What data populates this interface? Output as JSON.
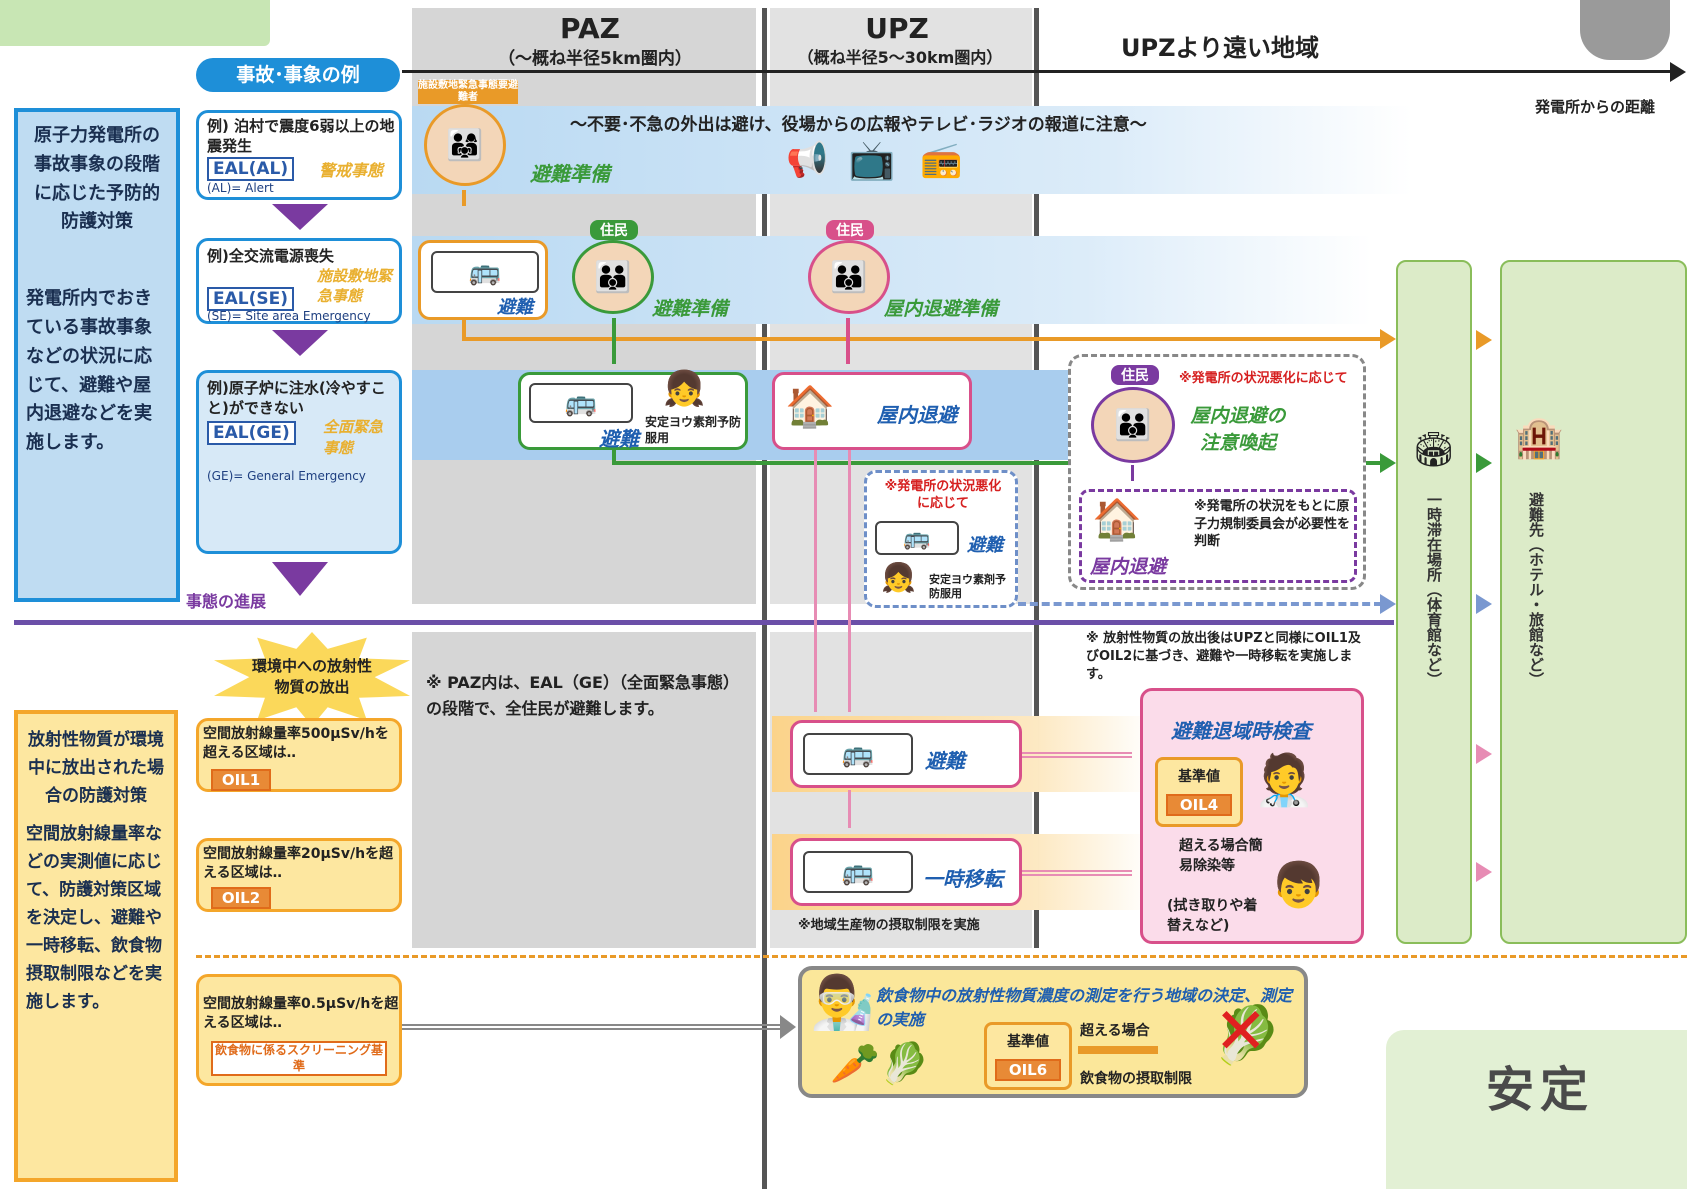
{
  "header": {
    "paz_title": "PAZ",
    "paz_sub": "（～概ね半径5km圏内）",
    "upz_title": "UPZ",
    "upz_sub": "（概ね半径5～30km圏内）",
    "beyond_title": "UPZより遠い地域",
    "distance_label": "発電所からの距離",
    "incident_label": "事故･事象の例"
  },
  "left_panel_top": {
    "title": "原子力発電所の事故事象の段階に応じた予防的防護対策",
    "body": "発電所内でおきている事故事象などの状況に応じて、避難や屋内退避などを実施します。"
  },
  "left_panel_bottom": {
    "title": "放射性物質が環境中に放出された場合の防護対策",
    "body": "空間放射線量率などの実測値に応じて、防護対策区域を決定し、避難や一時移転、飲食物摂取制限などを実施します。"
  },
  "eal_boxes": [
    {
      "example": "例) 泊村で震度6弱以上の地震発生",
      "code": "EAL(AL)",
      "category": "警戒事態",
      "note": "(AL)= Alert"
    },
    {
      "example": "例)全交流電源喪失",
      "code": "EAL(SE)",
      "category": "施設敷地緊急事態",
      "note": "(SE)= Site area Emergency"
    },
    {
      "example": "例)原子炉に注水(冷やすこと)ができない",
      "code": "EAL(GE)",
      "category": "全面緊急事態",
      "note": "(GE)= General Emergency"
    }
  ],
  "progress_label": "事態の進展",
  "row1": {
    "people_label": "施設敷地緊急事態要避難者",
    "message": "～不要･不急の外出は避け、役場からの広報やテレビ･ラジオの報道に注意～",
    "action": "避難準備"
  },
  "row2": {
    "resident_label": "住民",
    "resident_label_upz": "住民",
    "evac": "避難",
    "paz_action": "避難準備",
    "upz_action": "屋内退避準備"
  },
  "row3": {
    "paz_action": "避難",
    "iodine": "安定ヨウ素剤予防服用",
    "upz_action": "屋内退避",
    "beyond_resident": "住民",
    "beyond_note": "※発電所の状況悪化に応じて",
    "beyond_action": "屋内退避の注意喚起",
    "upz_dashed_note": "※発電所の状況悪化に応じて",
    "upz_dashed_action": "避難",
    "upz_dashed_iodine": "安定ヨウ素剤予防服用",
    "beyond_dashed_note": "※発電所の状況をもとに原子力規制委員会が必要性を判断",
    "beyond_dashed_action": "屋内退避"
  },
  "right_columns": {
    "temp_site": "一時滞在場所（体育館など）",
    "destination": "避難先（ホテル・旅館など）",
    "safe_text": "安定"
  },
  "release": {
    "burst": "環境中への放射性物質の放出",
    "paz_note": "※ PAZ内は、EAL（GE）（全面緊急事態）の段階で、全住民が避難します。",
    "after_note": "※ 放射性物質の放出後はUPZと同様にOIL1及びOIL2に基づき、避難や一時移転を実施します。"
  },
  "oil_boxes": [
    {
      "text": "空間放射線量率500μSv/hを超える区域は‥",
      "code": "OIL1"
    },
    {
      "text": "空間放射線量率20μSv/hを超える区域は‥",
      "code": "OIL2"
    },
    {
      "text": "空間放射線量率0.5μSv/hを超える区域は‥",
      "code": "飲食物に係るスクリーニング基準"
    }
  ],
  "upz_release": {
    "evac": "避難",
    "relocate": "一時移転",
    "food_note": "※地域生産物の摂取制限を実施",
    "inspection_title": "避難退域時検査",
    "baseline": "基準値",
    "oil4": "OIL4",
    "exceed": "超える場合簡易除染等",
    "wipe": "(拭き取りや着替えなど)"
  },
  "food": {
    "title": "飲食物中の放射性物質濃度の測定を行う地域の決定、測定の実施",
    "baseline": "基準値",
    "oil6": "OIL6",
    "exceed": "超える場合",
    "restriction": "飲食物の摂取制限"
  }
}
